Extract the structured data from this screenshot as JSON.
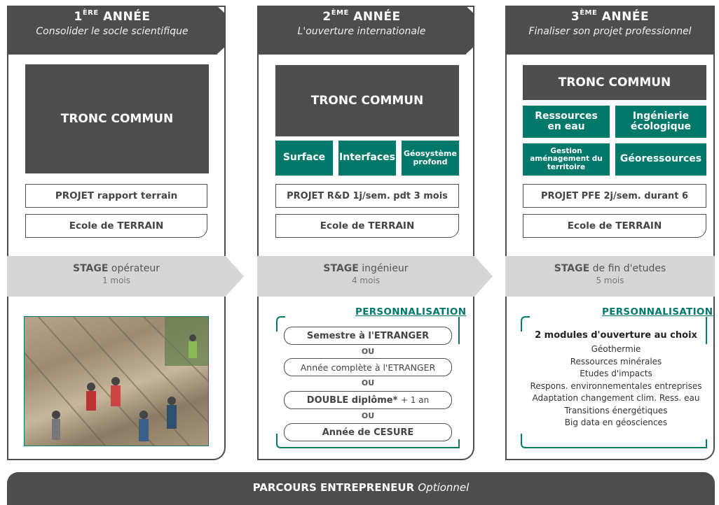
{
  "year1": {
    "ordinal": "1",
    "ordinal_sup": "ÈRE",
    "title": "ANNÉE",
    "subtitle": "Consolider le socle scientifique",
    "tronc": "TRONC COMMUN",
    "projet": "PROJET rapport terrain",
    "ecole": "Ecole de TERRAIN",
    "stage_bold": "STAGE",
    "stage_rest": "opérateur",
    "stage_duration": "1 mois"
  },
  "year2": {
    "ordinal": "2",
    "ordinal_sup": "ÈME",
    "title": "ANNÉE",
    "subtitle": "L'ouverture internationale",
    "tronc": "TRONC COMMUN",
    "options": [
      "Surface",
      "Interfaces",
      "Géosystème profond"
    ],
    "projet": "PROJET R&D 1j/sem. pdt 3 mois",
    "ecole": "Ecole de TERRAIN",
    "stage_bold": "STAGE",
    "stage_rest": "ingénieur",
    "stage_duration": "4 mois",
    "perso_title": "PERSONNALISATION",
    "choices": [
      "Semestre à l'ETRANGER",
      "Année complète à l'ETRANGER",
      "Année de CESURE"
    ],
    "double_bold": "DOUBLE diplôme*",
    "double_rest": "+ 1 an",
    "ou": "OU"
  },
  "year3": {
    "ordinal": "3",
    "ordinal_sup": "ÈME",
    "title": "ANNÉE",
    "subtitle": "Finaliser son projet professionnel",
    "tronc": "TRONC COMMUN",
    "options": [
      "Ressources en eau",
      "Ingénierie écologique",
      "Gestion aménagement du territoire",
      "Géoressources"
    ],
    "projet": "PROJET PFE 2j/sem. durant 6",
    "ecole": "Ecole de TERRAIN",
    "stage_bold": "STAGE",
    "stage_rest": "de fin d'etudes",
    "stage_duration": "5 mois",
    "perso_title": "PERSONNALISATION",
    "modules_title": "2 modules d'ouverture au choix",
    "modules": [
      "Géothermie",
      "Ressources minérales",
      "Etudes d'impacts",
      "Respons. environnementales entreprises",
      "Adaptation changement clim. Ress. eau",
      "Transitions énergétiques",
      "Big data en géosciences"
    ]
  },
  "bottom": {
    "bold": "PARCOURS ENTREPRENEUR",
    "italic": "Optionnel"
  },
  "colors": {
    "dark": "#4d4d4d",
    "teal": "#00796b",
    "stage_band": "#d6d6d6"
  }
}
